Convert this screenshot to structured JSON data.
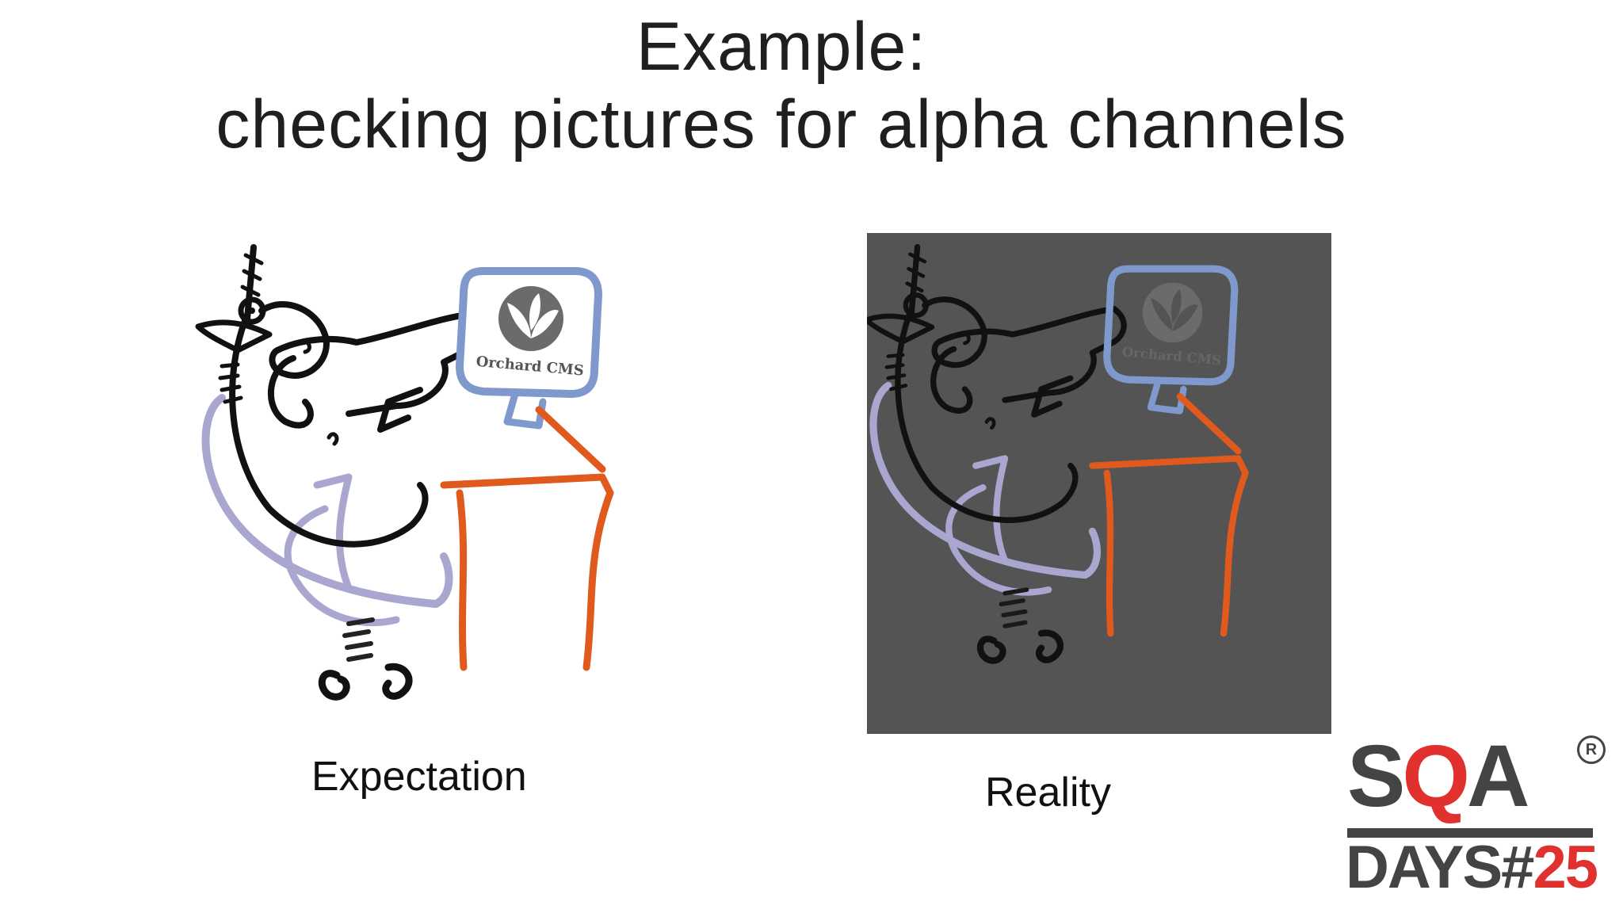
{
  "slide": {
    "title_line1": "Example:",
    "title_line2": "checking pictures for alpha channels"
  },
  "captions": {
    "expectation": "Expectation",
    "reality": "Reality"
  },
  "illustration": {
    "screen_label": "Orchard CMS"
  },
  "logo": {
    "sqa_s": "S",
    "sqa_q": "Q",
    "sqa_a": "A",
    "days": "DAYS#",
    "number": "25",
    "registered": "R"
  },
  "colors": {
    "reality_background": "#545454",
    "desk_orange": "#e05a1e",
    "chair_lavender": "#a9a6cf",
    "monitor_blue": "#7f99cc",
    "logo_red": "#e0312f",
    "logo_gray": "#444444"
  }
}
